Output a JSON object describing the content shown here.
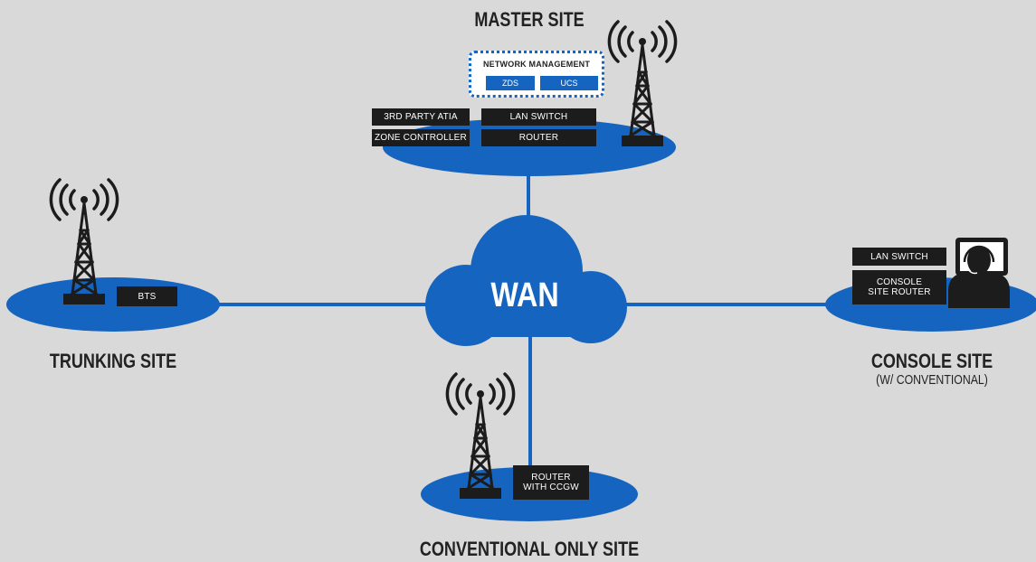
{
  "wan": {
    "label": "WAN"
  },
  "master_site": {
    "title": "MASTER SITE",
    "network_management": {
      "title": "NETWORK MANAGEMENT",
      "items": [
        "ZDS",
        "UCS"
      ]
    },
    "boxes": [
      "3RD PARTY ATIA",
      "LAN SWITCH",
      "ZONE CONTROLLER",
      "ROUTER"
    ]
  },
  "trunking_site": {
    "title": "TRUNKING SITE",
    "boxes": [
      "BTS"
    ]
  },
  "console_site": {
    "title": "CONSOLE SITE",
    "subtitle": "(W/ CONVENTIONAL)",
    "boxes": [
      "LAN SWITCH",
      "CONSOLE\nSITE ROUTER"
    ]
  },
  "conventional_site": {
    "title": "CONVENTIONAL ONLY SITE",
    "boxes": [
      "ROUTER\nWITH CCGW"
    ]
  },
  "colors": {
    "background": "#d9d9d9",
    "accent_blue": "#1565c0",
    "box_fill": "#1c1c1c",
    "text": "#222222"
  },
  "icons": [
    "radio-tower-icon",
    "network-cloud-icon",
    "console-operator-icon"
  ]
}
